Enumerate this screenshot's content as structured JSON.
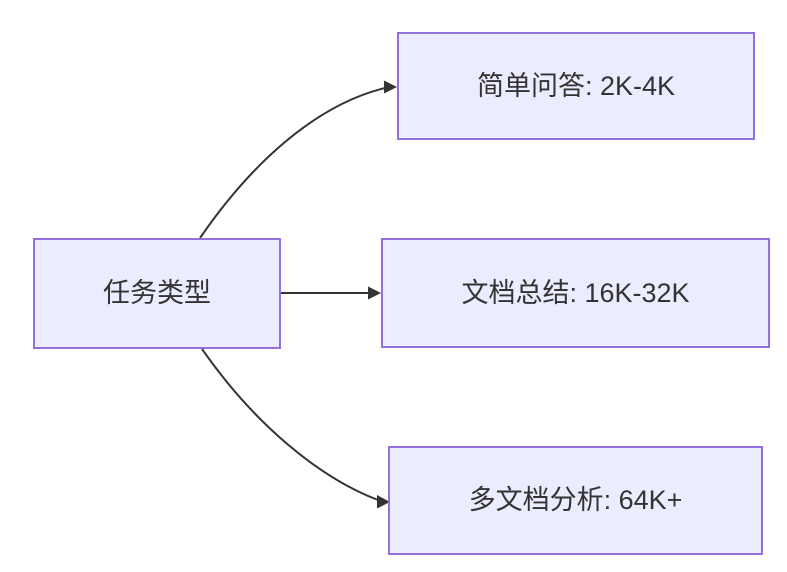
{
  "diagram": {
    "type": "flowchart",
    "direction": "left-to-right",
    "root": {
      "id": "task-type",
      "label": "任务类型"
    },
    "children": [
      {
        "id": "simple-qa",
        "label": "简单问答: 2K-4K"
      },
      {
        "id": "doc-summary",
        "label": "文档总结: 16K-32K"
      },
      {
        "id": "multi-doc",
        "label": "多文档分析: 64K+"
      }
    ],
    "edges": [
      {
        "from": "task-type",
        "to": "simple-qa"
      },
      {
        "from": "task-type",
        "to": "doc-summary"
      },
      {
        "from": "task-type",
        "to": "multi-doc"
      }
    ],
    "colors": {
      "node_fill": "#ECECFF",
      "node_border": "#9370DB",
      "edge_line": "#333333",
      "text": "#333333",
      "background": "#FFFFFF"
    }
  }
}
